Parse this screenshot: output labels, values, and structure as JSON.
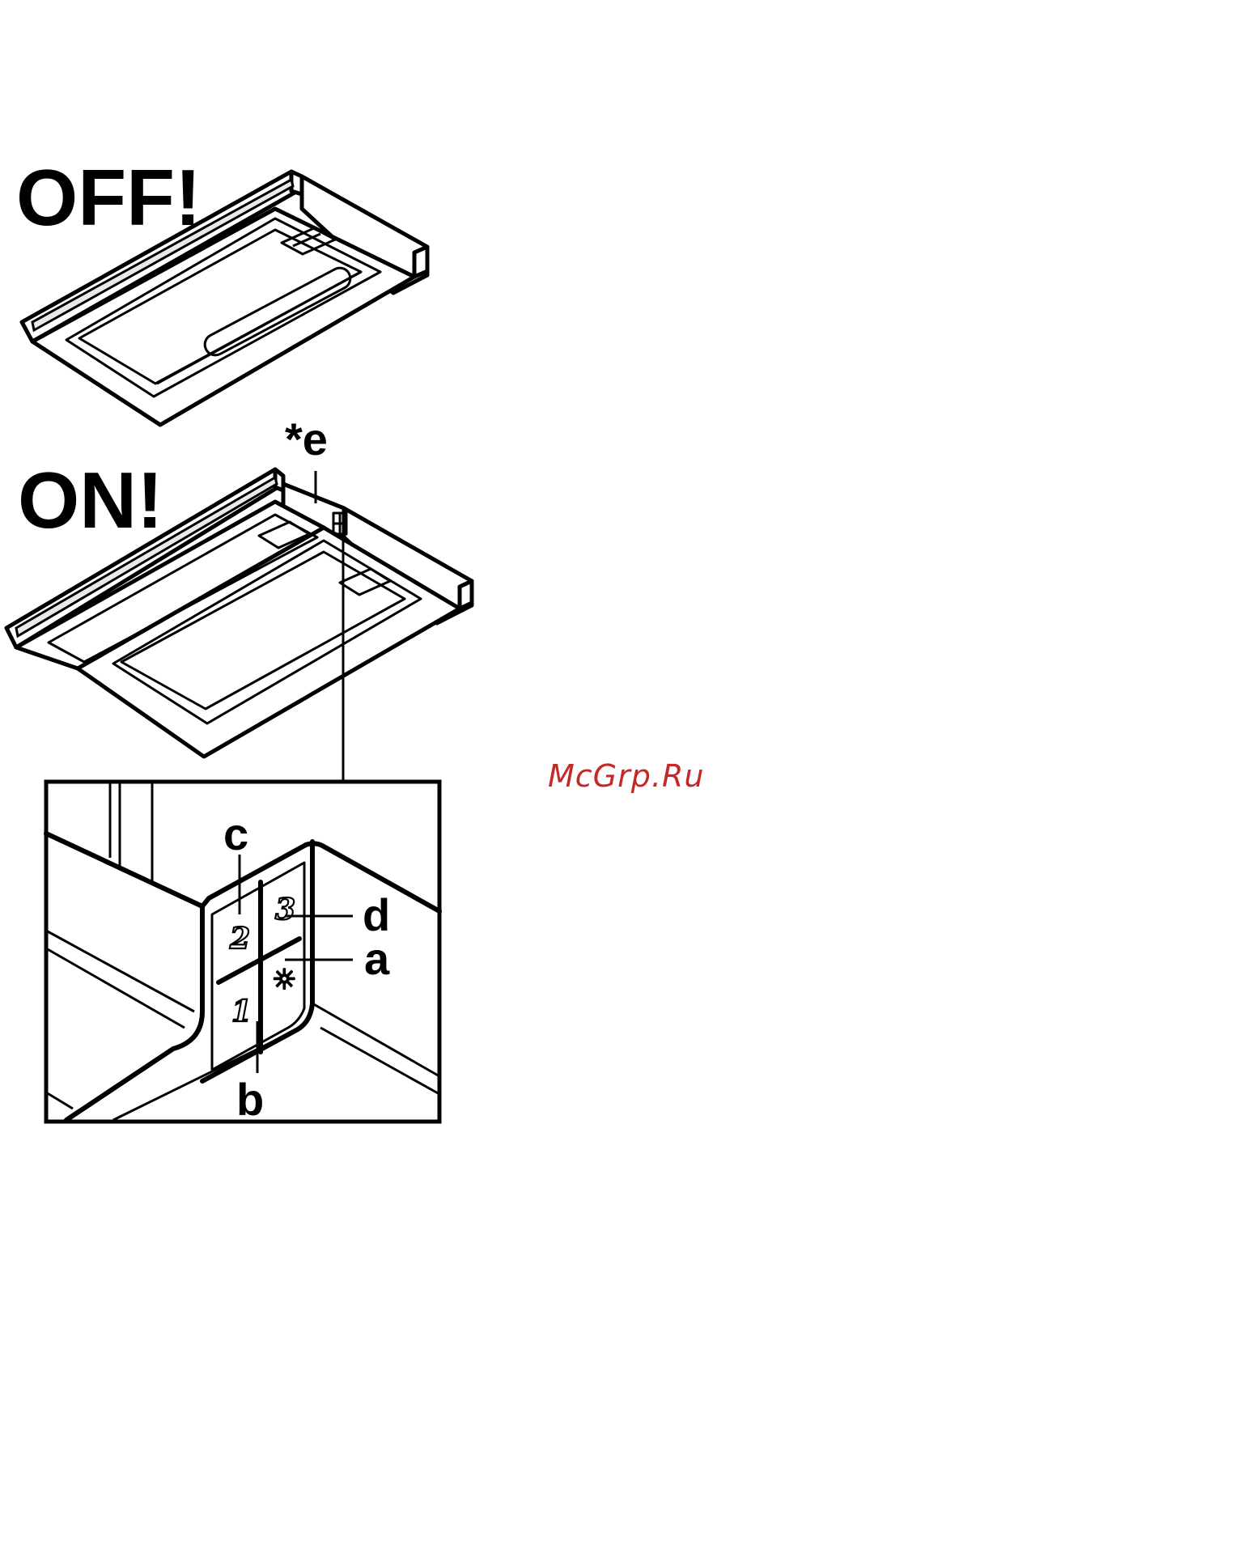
{
  "labels": {
    "off": "OFF!",
    "on": "ON!",
    "e_mark": "*e",
    "c": "c",
    "d": "d",
    "a": "a",
    "b": "b"
  },
  "keys": {
    "key_2": "2",
    "key_3": "3",
    "key_1": "1",
    "key_light": "☼"
  },
  "watermark": "McGrp.Ru",
  "colors": {
    "line": "#000000",
    "watermark": "#c62828"
  }
}
